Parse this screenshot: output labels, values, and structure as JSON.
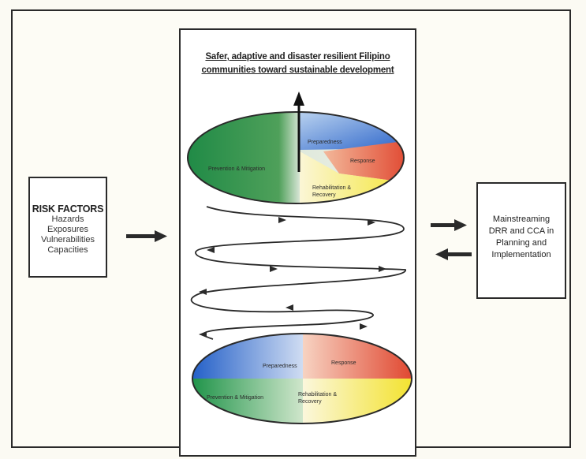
{
  "risk_factors": {
    "title": "RISK FACTORS",
    "items": [
      "Hazards",
      "Exposures",
      "Vulnerabilities",
      "Capacities"
    ]
  },
  "goal": {
    "line1": "Safer, adaptive and disaster resilient Filipino",
    "line2": "communities toward sustainable development"
  },
  "mainstreaming": {
    "line1": "Mainstreaming",
    "line2": "DRR and CCA in",
    "line3": "Planning and",
    "line4": "Implementation"
  },
  "top_cycle": {
    "preparedness": "Preparedness",
    "response": "Response",
    "prevention": "Prevention & Mitigation",
    "rehab_line1": "Rehabilitation &",
    "rehab_line2": "Recovery"
  },
  "bottom_cycle": {
    "preparedness": "Preparedness",
    "response": "Response",
    "prevention": "Prevention & Mitigation",
    "rehab_line1": "Rehabilitation &",
    "rehab_line2": "Recovery"
  },
  "colors": {
    "green": "#2f8f4a",
    "blue": "#2a63c9",
    "red": "#e0583b",
    "yellow": "#f2e63a"
  }
}
